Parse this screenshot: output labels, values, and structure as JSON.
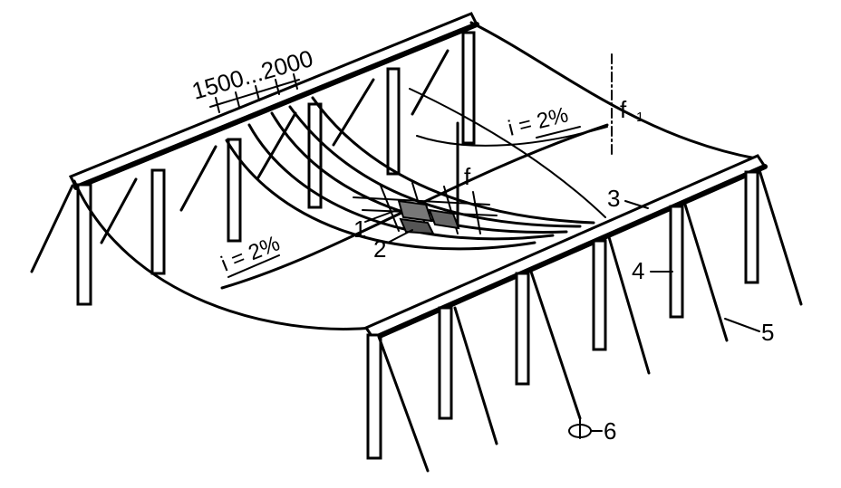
{
  "dimension_label": "1500...2000",
  "slope_left": "i = 2%",
  "slope_right": "i = 2%",
  "sag_label": "f",
  "sag_label_secondary": "f",
  "sag_label_secondary_sub": "1",
  "markers": [
    "1",
    "2",
    "3",
    "4",
    "5",
    "6"
  ]
}
